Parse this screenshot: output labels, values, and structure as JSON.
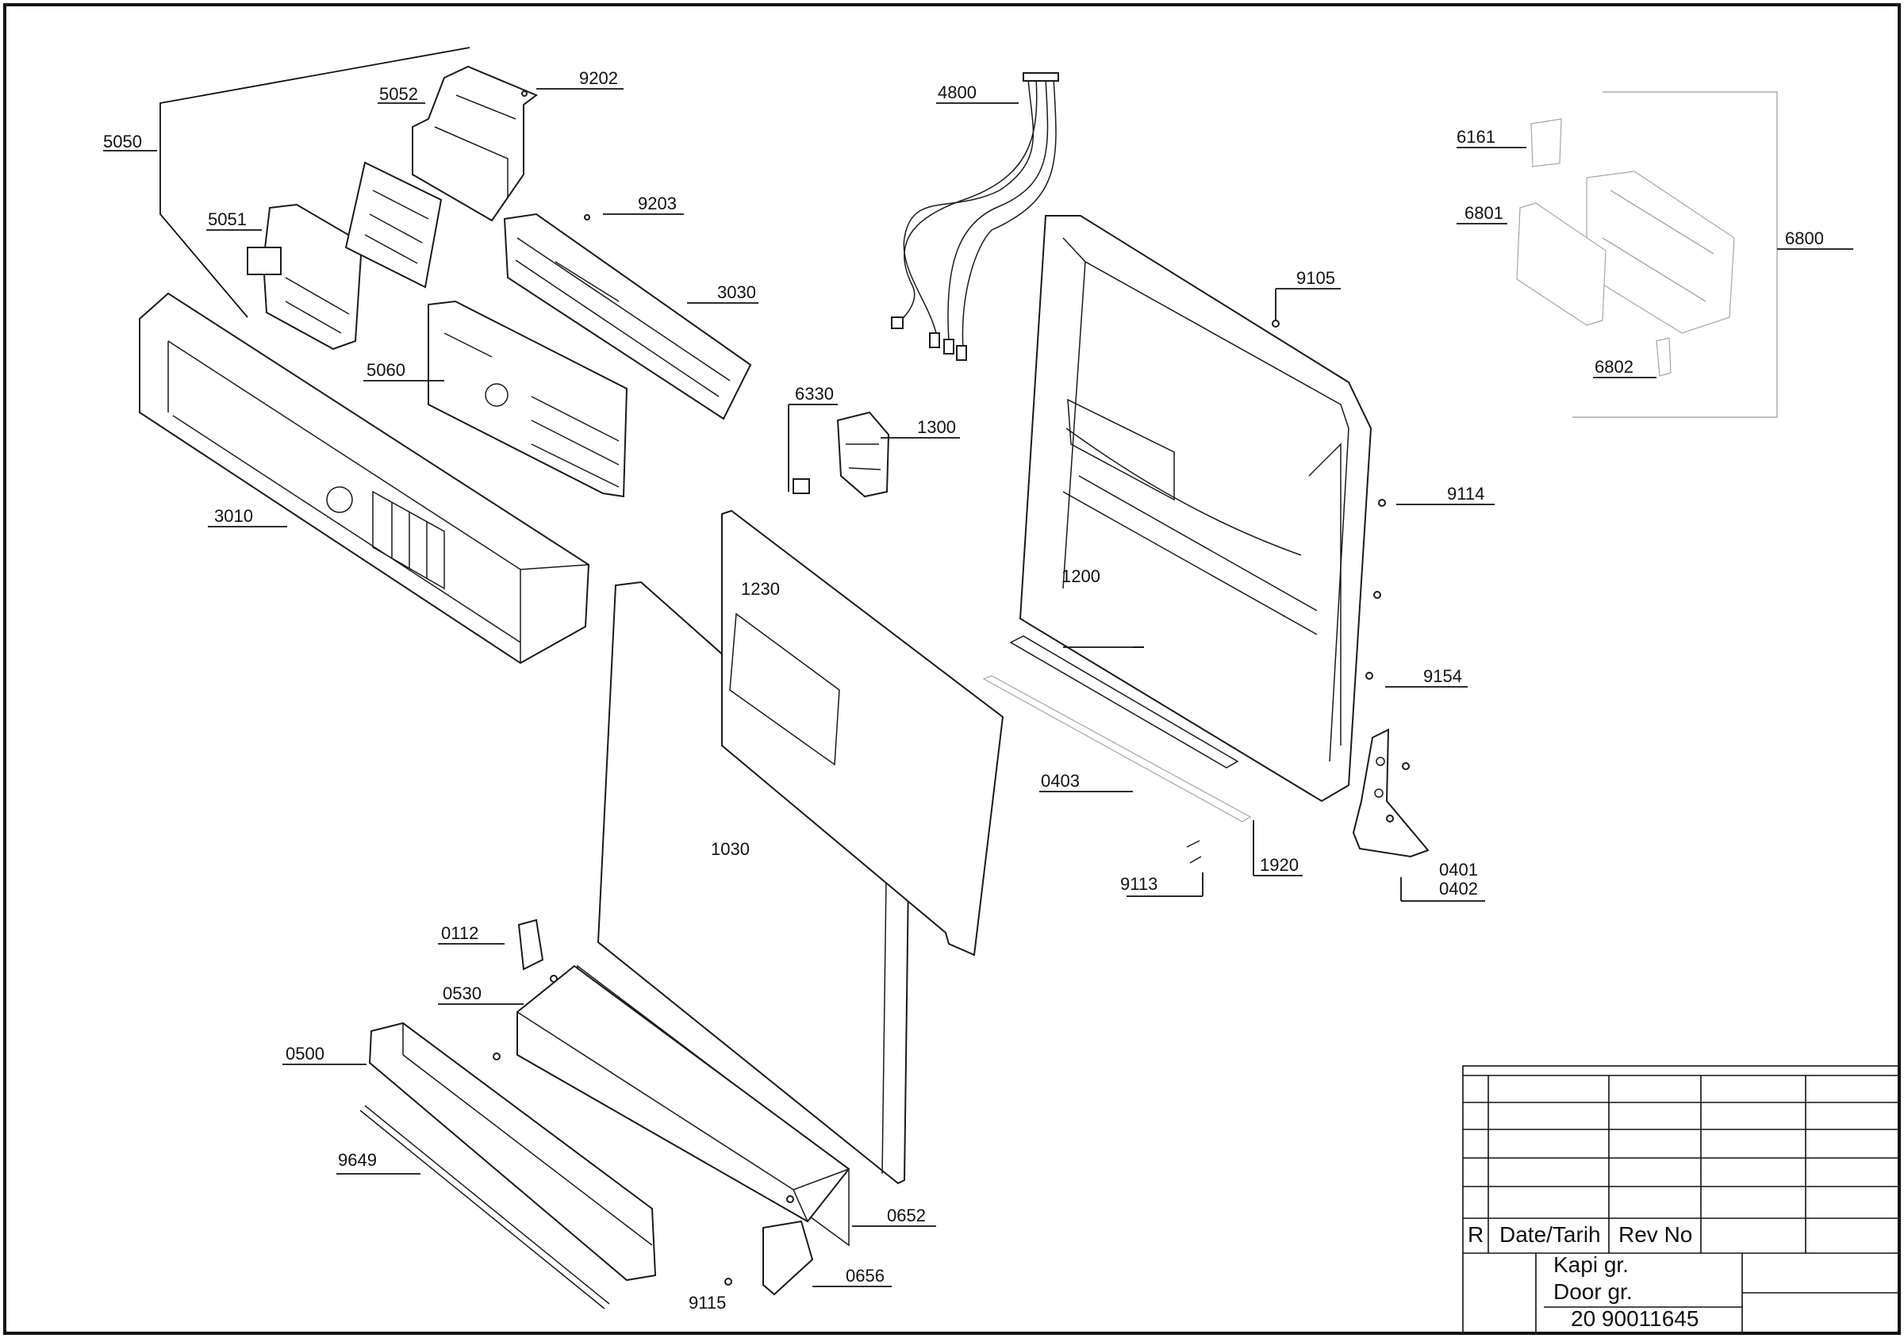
{
  "labels": {
    "p5050": "5050",
    "p5052": "5052",
    "p9202": "9202",
    "p5051": "5051",
    "p9203": "9203",
    "p3030": "3030",
    "p5060": "5060",
    "p3010": "3010",
    "p4800": "4800",
    "p6330": "6330",
    "p1300": "1300",
    "p9105": "9105",
    "p6161": "6161",
    "p6801": "6801",
    "p6800": "6800",
    "p6802": "6802",
    "p9114": "9114",
    "p1200": "1200",
    "p1230": "1230",
    "p9154": "9154",
    "p0403": "0403",
    "p1920": "1920",
    "p9113": "9113",
    "p0401": "0401",
    "p0402": "0402",
    "p1030": "1030",
    "p0112": "0112",
    "p0530": "0530",
    "p0500": "0500",
    "p9649": "9649",
    "p0652": "0652",
    "p0656": "0656",
    "p9115": "9115"
  },
  "title_block": {
    "rev_marker": "R",
    "date_header": "Date/Tarih",
    "rev_no_header": "Rev No",
    "assembly_name_tr": "Kapi gr.",
    "assembly_name_en": "Door gr.",
    "document_number": "20 90011645"
  }
}
